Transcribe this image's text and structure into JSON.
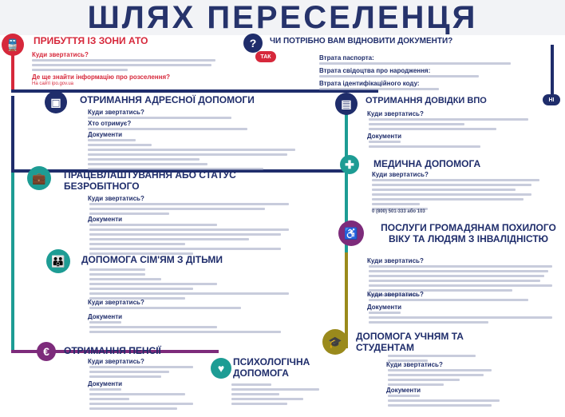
{
  "title": "ШЛЯХ ПЕРЕСЕЛЕНЦЯ",
  "sections": {
    "arrival": {
      "heading": "ПРИБУТТЯ ІЗ ЗОНИ АТО",
      "where_label": "Куди звертатись?",
      "info_label": "Де ще знайти інформацію про розселення?",
      "info_site": "На сайті ipo.gov.ua"
    },
    "restore_docs": {
      "heading": "ЧИ ПОТРІБНО ВАМ ВІДНОВИТИ ДОКУМЕНТИ?",
      "yes": "ТАК",
      "no": "НІ",
      "lost_passport": "Втрата паспорта:",
      "lost_birth": "Втрата свідоцтва про народження:",
      "lost_tax": "Втрата ідентифікаційного коду:"
    },
    "address_help": {
      "heading": "ОТРИМАННЯ АДРЕСНОЇ ДОПОМОГИ",
      "where_label": "Куди звертатись?",
      "who_label": "Хто отримує?",
      "docs_label": "Документи"
    },
    "vpo_cert": {
      "heading": "ОТРИМАННЯ ДОВІДКИ ВПО",
      "where_label": "Куди звертатись?",
      "docs_label": "Документи"
    },
    "employment": {
      "heading": "ПРАЦЕВЛАШТУВАННЯ АБО СТАТУС БЕЗРОБІТНОГО",
      "where_label": "Куди звертатись?",
      "docs_label": "Документи"
    },
    "medical": {
      "heading": "МЕДИЧНА ДОПОМОГА",
      "where_label": "Куди звертатись?",
      "phone": "0 (800) 501-333 або 103"
    },
    "elderly": {
      "heading": "ПОСЛУГИ ГРОМАДЯНАМ ПОХИЛОГО ВІКУ ТА ЛЮДЯМ З ІНВАЛІДНІСТЮ",
      "where_label": "Куди звертатись?",
      "docs_label": "Документи"
    },
    "family": {
      "heading": "ДОПОМОГА СІМ'ЯМ З ДІТЬМИ",
      "where_label": "Куди звертатись?",
      "docs_label": "Документи"
    },
    "students": {
      "heading": "ДОПОМОГА УЧНЯМ ТА СТУДЕНТАМ",
      "where_label": "Куди звертатись?",
      "docs_label": "Документи"
    },
    "pension": {
      "heading": "ОТРИМАННЯ ПЕНСІЇ",
      "where_label": "Куди звертатись?",
      "docs_label": "Документи"
    },
    "psych": {
      "heading": "ПСИХОЛОГІЧНА ДОПОМОГА"
    }
  },
  "colors": {
    "red": "#d6283b",
    "navy": "#1f2d6b",
    "teal": "#1d9c94",
    "olive": "#9a8a1c",
    "purple": "#7d2b7b"
  }
}
